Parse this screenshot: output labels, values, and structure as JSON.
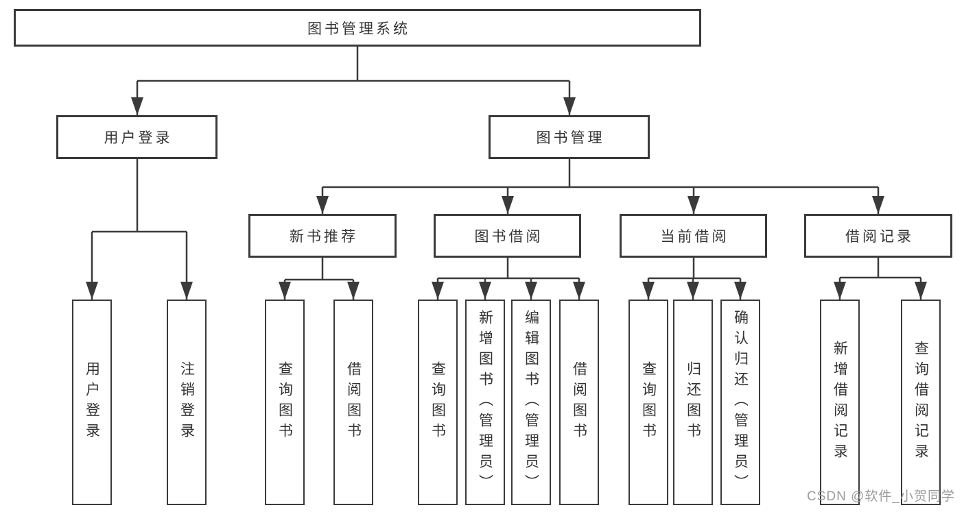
{
  "tree": {
    "root": {
      "label": "图书管理系统"
    },
    "level2": [
      {
        "label": "用户登录",
        "children": [
          {
            "label": "用户登录"
          },
          {
            "label": "注销登录"
          }
        ]
      },
      {
        "label": "图书管理",
        "children": [
          {
            "label": "新书推荐",
            "children": [
              {
                "label": "查询图书"
              },
              {
                "label": "借阅图书"
              }
            ]
          },
          {
            "label": "图书借阅",
            "children": [
              {
                "label": "查询图书"
              },
              {
                "label": "新增图书（管理员）"
              },
              {
                "label": "编辑图书（管理员）"
              },
              {
                "label": "借阅图书"
              }
            ]
          },
          {
            "label": "当前借阅",
            "children": [
              {
                "label": "查询图书"
              },
              {
                "label": "归还图书"
              },
              {
                "label": "确认归还（管理员）"
              }
            ]
          },
          {
            "label": "借阅记录",
            "children": [
              {
                "label": "新增借阅记录"
              },
              {
                "label": "查询借阅记录"
              }
            ]
          }
        ]
      }
    ]
  },
  "watermark": {
    "text": "CSDN @软件_小贺同学"
  },
  "colors": {
    "line": "#3a3a3a",
    "text": "#333333",
    "background": "#ffffff",
    "watermark_text": "#9b9b9b"
  }
}
